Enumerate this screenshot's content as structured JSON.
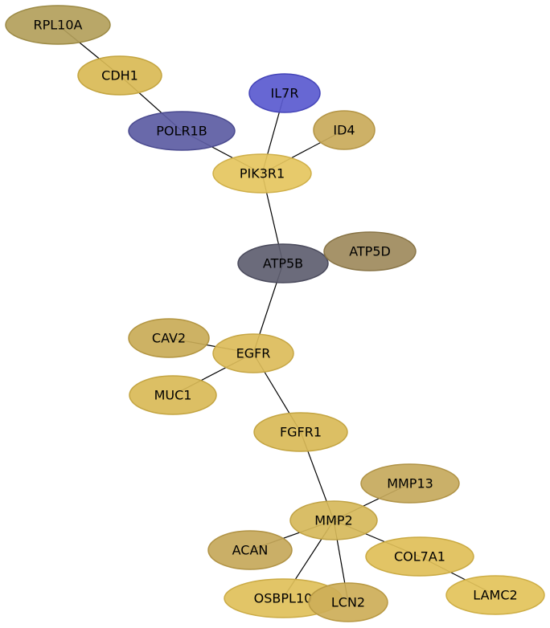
{
  "nodes": [
    {
      "id": "RPL10A",
      "label": "RPL10A",
      "color": "#b3a05b",
      "stroke": "#9c8a45"
    },
    {
      "id": "CDH1",
      "label": "CDH1",
      "color": "#d9ba55",
      "stroke": "#c3a43f"
    },
    {
      "id": "POLR1B",
      "label": "POLR1B",
      "color": "#5c5ca3",
      "stroke": "#4a4a8f"
    },
    {
      "id": "IL7R",
      "label": "IL7R",
      "color": "#5a5acf",
      "stroke": "#4444b8"
    },
    {
      "id": "ID4",
      "label": "ID4",
      "color": "#c9aa5a",
      "stroke": "#b39444"
    },
    {
      "id": "PIK3R1",
      "label": "PIK3R1",
      "color": "#e5c55e",
      "stroke": "#cfaf48"
    },
    {
      "id": "ATP5B",
      "label": "ATP5B",
      "color": "#5e5e70",
      "stroke": "#4a4a5c"
    },
    {
      "id": "ATP5D",
      "label": "ATP5D",
      "color": "#9e8a5c",
      "stroke": "#887446"
    },
    {
      "id": "CAV2",
      "label": "CAV2",
      "color": "#c9ab57",
      "stroke": "#b39541"
    },
    {
      "id": "EGFR",
      "label": "EGFR",
      "color": "#dcbc5a",
      "stroke": "#c6a644"
    },
    {
      "id": "MUC1",
      "label": "MUC1",
      "color": "#d9ba57",
      "stroke": "#c3a441"
    },
    {
      "id": "FGFR1",
      "label": "FGFR1",
      "color": "#d9ba57",
      "stroke": "#c3a441"
    },
    {
      "id": "MMP13",
      "label": "MMP13",
      "color": "#c6a95c",
      "stroke": "#b09346"
    },
    {
      "id": "MMP2",
      "label": "MMP2",
      "color": "#d6b85a",
      "stroke": "#c0a244"
    },
    {
      "id": "ACAN",
      "label": "ACAN",
      "color": "#c6a85a",
      "stroke": "#b09244"
    },
    {
      "id": "COL7A1",
      "label": "COL7A1",
      "color": "#dfbf58",
      "stroke": "#c9a942"
    },
    {
      "id": "OSBPL10",
      "label": "OSBPL10",
      "color": "#e0c05a",
      "stroke": "#caaa44"
    },
    {
      "id": "LCN2",
      "label": "LCN2",
      "color": "#cdae58",
      "stroke": "#b79842"
    },
    {
      "id": "LAMC2",
      "label": "LAMC2",
      "color": "#e3c35a",
      "stroke": "#cdad44"
    }
  ],
  "edges": [
    [
      "RPL10A",
      "CDH1"
    ],
    [
      "CDH1",
      "POLR1B"
    ],
    [
      "POLR1B",
      "PIK3R1"
    ],
    [
      "IL7R",
      "PIK3R1"
    ],
    [
      "ID4",
      "PIK3R1"
    ],
    [
      "PIK3R1",
      "ATP5B"
    ],
    [
      "ATP5B",
      "EGFR"
    ],
    [
      "CAV2",
      "EGFR"
    ],
    [
      "MUC1",
      "EGFR"
    ],
    [
      "EGFR",
      "FGFR1"
    ],
    [
      "FGFR1",
      "MMP2"
    ],
    [
      "MMP13",
      "MMP2"
    ],
    [
      "ACAN",
      "MMP2"
    ],
    [
      "MMP2",
      "COL7A1"
    ],
    [
      "MMP2",
      "OSBPL10"
    ],
    [
      "MMP2",
      "LCN2"
    ],
    [
      "COL7A1",
      "LAMC2"
    ]
  ]
}
